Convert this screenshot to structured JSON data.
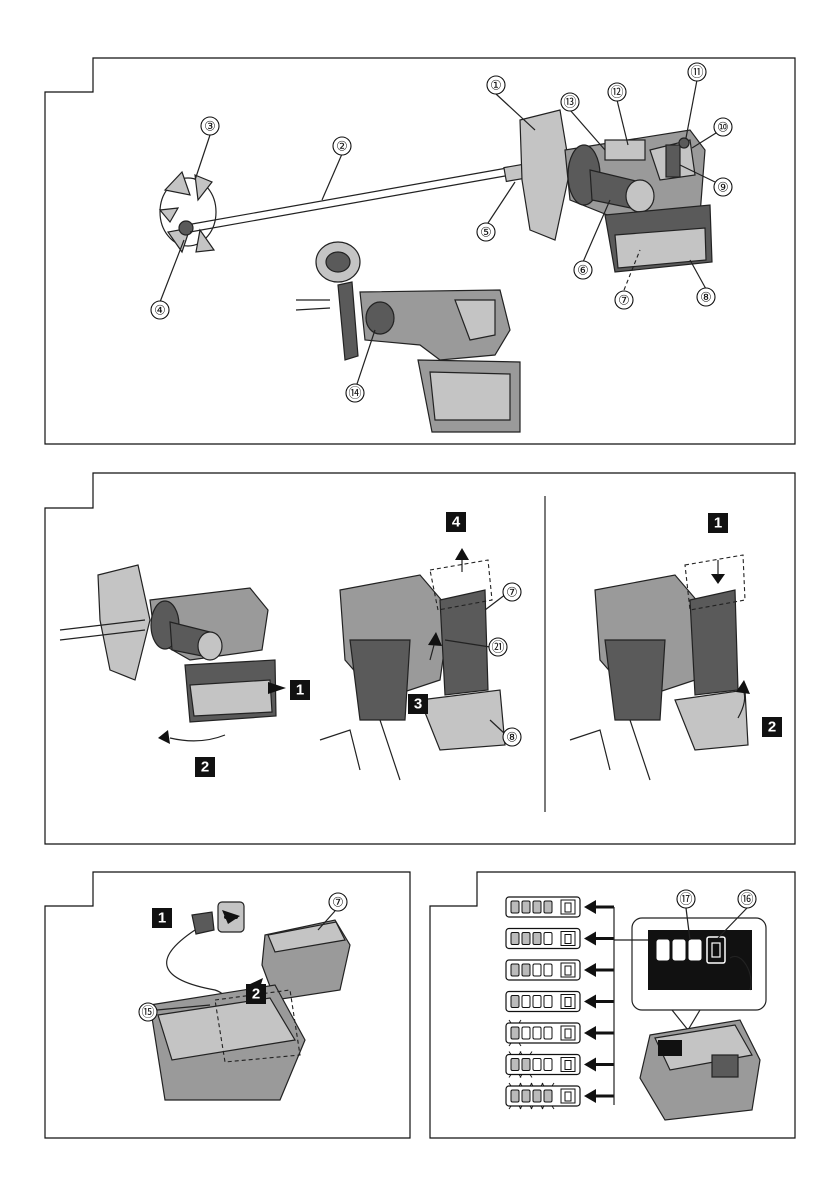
{
  "figures": {
    "fig1": {
      "callouts": [
        "①",
        "②",
        "③",
        "④",
        "⑤",
        "⑥",
        "⑦",
        "⑧",
        "⑨",
        "⑩",
        "⑪",
        "⑫",
        "⑬",
        "⑭"
      ]
    },
    "fig2": {
      "callouts": [
        "⑦",
        "⑧",
        "㉑"
      ],
      "steps_left": [
        "1",
        "2",
        "3",
        "4"
      ],
      "steps_right": [
        "1",
        "2"
      ]
    },
    "fig3": {
      "callouts": [
        "⑦",
        "⑮"
      ],
      "steps": [
        "1",
        "2"
      ]
    },
    "fig4": {
      "callouts": [
        "⑰",
        "⑯"
      ],
      "gauge_levels": [
        4,
        3,
        2,
        1,
        1,
        2,
        4
      ],
      "gauge_blinking": [
        false,
        false,
        false,
        false,
        true,
        true,
        true
      ]
    }
  },
  "colors": {
    "line": "#111111",
    "tool_body": "#9a9a9a",
    "tool_light": "#c4c4c4",
    "tool_dark": "#5a5a5a"
  }
}
